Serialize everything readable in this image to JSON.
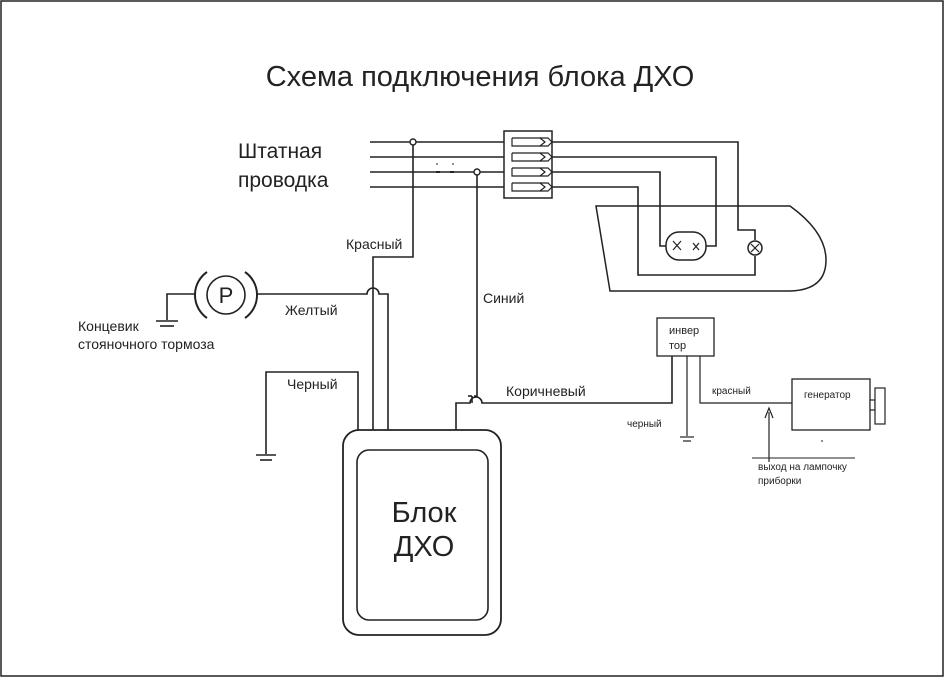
{
  "title": "Схема подключения блока ДХО",
  "harness": {
    "line1": "Штатная",
    "line2": "проводка"
  },
  "wires": {
    "red": "Красный",
    "yellow": "Желтый",
    "blue": "Синий",
    "black": "Черный",
    "brown": "Коричневый"
  },
  "parking_switch": {
    "symbol": "P",
    "line1": "Концевик",
    "line2": "стояночного тормоза"
  },
  "drl_unit": {
    "line1": "Блок",
    "line2": "ДХО"
  },
  "inverter": {
    "line1": "инвер",
    "line2": "тор"
  },
  "generator": {
    "label": "генератор"
  },
  "small_labels": {
    "black": "черный",
    "red": "красный",
    "lamp_out_line1": "выход на лампочку",
    "lamp_out_line2": "приборки"
  },
  "colors": {
    "ink": "#222222",
    "paper": "#ffffff"
  }
}
